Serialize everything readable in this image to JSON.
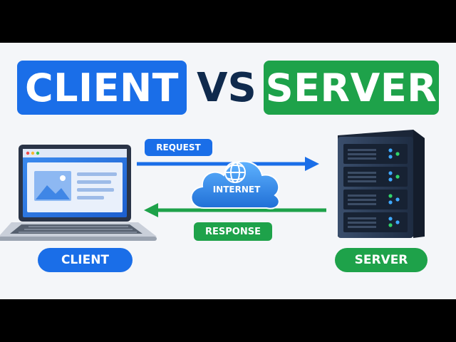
{
  "title": {
    "left": "CLIENT",
    "middle": "VS",
    "right": "SERVER"
  },
  "flow": {
    "request_label": "REQUEST",
    "response_label": "RESPONSE",
    "cloud_label": "INTERNET"
  },
  "nodes": {
    "client_label": "CLIENT",
    "server_label": "SERVER"
  },
  "colors": {
    "client_blue": "#1a6ee8",
    "server_green": "#1ea24a",
    "vs_navy": "#0f2a4d",
    "cloud_blue": "#2b8be8",
    "server_body": "#2c3e58"
  },
  "icons": [
    "laptop-icon",
    "image-placeholder-icon",
    "globe-icon",
    "server-rack-icon",
    "cloud-icon"
  ]
}
